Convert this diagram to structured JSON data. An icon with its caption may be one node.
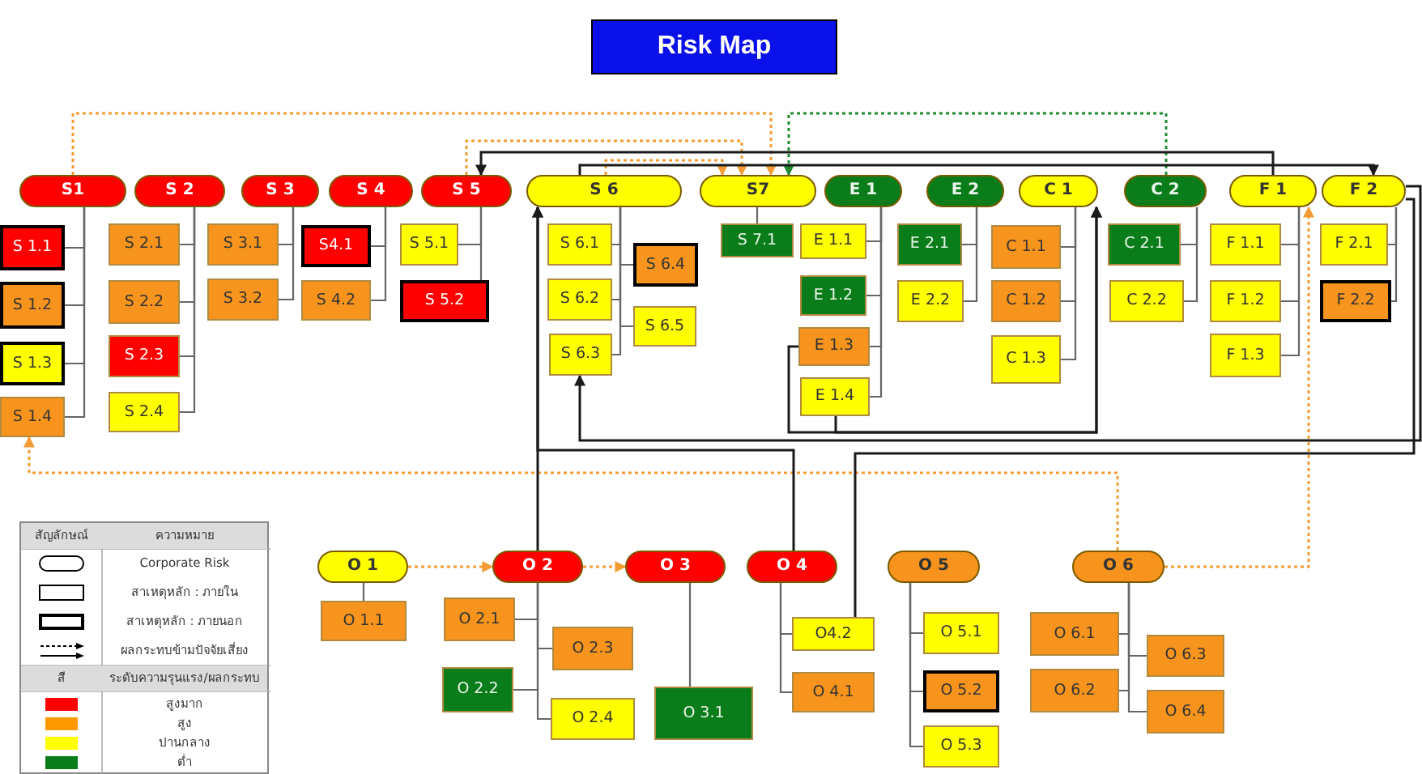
{
  "diagram": {
    "title": "Risk Map",
    "nodes": [
      {
        "text": [
          "S1"
        ]
      },
      {
        "text": [
          "S 1.1"
        ]
      },
      {
        "text": [
          "S 1.2"
        ]
      },
      {
        "text": [
          "S 1.3"
        ]
      },
      {
        "text": [
          "S 1.4"
        ]
      },
      {
        "text": [
          "S 2"
        ]
      },
      {
        "text": [
          "S 2.1"
        ]
      },
      {
        "text": [
          "S 2.2"
        ]
      },
      {
        "text": [
          "S 2.3"
        ]
      },
      {
        "text": [
          "S 2.4"
        ]
      },
      {
        "text": [
          "S 3"
        ]
      },
      {
        "text": [
          "S 3.1"
        ]
      },
      {
        "text": [
          "S 3.2"
        ]
      },
      {
        "text": [
          "S 4"
        ]
      },
      {
        "text": [
          "S4.1"
        ]
      },
      {
        "text": [
          "S 4.2"
        ]
      },
      {
        "text": [
          "S 5"
        ]
      },
      {
        "text": [
          "S 5.1"
        ]
      },
      {
        "text": [
          "S 5.2"
        ]
      },
      {
        "text": [
          "S 6"
        ]
      },
      {
        "text": [
          "S 6.1"
        ]
      },
      {
        "text": [
          "S 6.4"
        ]
      },
      {
        "text": [
          "S 6.2"
        ]
      },
      {
        "text": [
          "S 6.5"
        ]
      },
      {
        "text": [
          "S 6.3"
        ]
      },
      {
        "text": [
          "S7"
        ]
      },
      {
        "text": [
          "S 7.1"
        ]
      },
      {
        "text": [
          "E 1"
        ]
      },
      {
        "text": [
          "E 1.1"
        ]
      },
      {
        "text": [
          "E 1.2"
        ]
      },
      {
        "text": [
          "E 1.3"
        ]
      },
      {
        "text": [
          "E 1.4"
        ]
      },
      {
        "text": [
          "E 2"
        ]
      },
      {
        "text": [
          "E 2.1"
        ]
      },
      {
        "text": [
          "E 2.2"
        ]
      },
      {
        "text": [
          "C 1"
        ]
      },
      {
        "text": [
          "C 1.1"
        ]
      },
      {
        "text": [
          "C 1.2"
        ]
      },
      {
        "text": [
          "C 1.3"
        ]
      },
      {
        "text": [
          "C 2"
        ]
      },
      {
        "text": [
          "C 2.1"
        ]
      },
      {
        "text": [
          "C 2.2"
        ]
      },
      {
        "text": [
          "F 1"
        ]
      },
      {
        "text": [
          "F 1.1"
        ]
      },
      {
        "text": [
          "F 1.2"
        ]
      },
      {
        "text": [
          "F 1.3"
        ]
      },
      {
        "text": [
          "F 2"
        ]
      },
      {
        "text": [
          "F 2.1"
        ]
      },
      {
        "text": [
          "F 2.2"
        ]
      },
      {
        "text": [
          "O 1"
        ]
      },
      {
        "text": [
          "O 1.1"
        ]
      },
      {
        "text": [
          "O 2"
        ]
      },
      {
        "text": [
          "O 2.1"
        ]
      },
      {
        "text": [
          "O 2.3"
        ]
      },
      {
        "text": [
          "O 2.2"
        ]
      },
      {
        "text": [
          "O 2.4"
        ]
      },
      {
        "text": [
          "O 3"
        ]
      },
      {
        "text": [
          "O 3.1"
        ]
      },
      {
        "text": [
          "O 4"
        ]
      },
      {
        "text": [
          "O4.2"
        ]
      },
      {
        "text": [
          "O 4.1"
        ]
      },
      {
        "text": [
          "O 5"
        ]
      },
      {
        "text": [
          "O 5.1"
        ]
      },
      {
        "text": [
          "O 5.2"
        ]
      },
      {
        "text": [
          "O 5.3"
        ]
      },
      {
        "text": [
          "O 6"
        ]
      },
      {
        "text": [
          "O 6.1"
        ]
      },
      {
        "text": [
          "O 6.3"
        ]
      },
      {
        "text": [
          "O 6.2"
        ]
      },
      {
        "text": [
          "O 6.4"
        ]
      }
    ],
    "edges": [
      {
        "from": 0,
        "to": 1,
        "arrow": "none"
      },
      {
        "from": 0,
        "to": 2,
        "arrow": "none"
      },
      {
        "from": 0,
        "to": 3,
        "arrow": "none"
      },
      {
        "from": 0,
        "to": 4,
        "arrow": "none"
      },
      {
        "from": 5,
        "to": 6,
        "arrow": "none"
      },
      {
        "from": 5,
        "to": 7,
        "arrow": "none"
      },
      {
        "from": 5,
        "to": 8,
        "arrow": "none"
      },
      {
        "from": 5,
        "to": 9,
        "arrow": "none"
      },
      {
        "from": 10,
        "to": 11,
        "arrow": "none"
      },
      {
        "from": 10,
        "to": 12,
        "arrow": "none"
      },
      {
        "from": 13,
        "to": 14,
        "arrow": "none"
      },
      {
        "from": 13,
        "to": 15,
        "arrow": "none"
      },
      {
        "from": 16,
        "to": 17,
        "arrow": "none"
      },
      {
        "from": 16,
        "to": 18,
        "arrow": "none"
      },
      {
        "from": 19,
        "to": 20,
        "arrow": "none"
      },
      {
        "from": 19,
        "to": 21,
        "arrow": "none"
      },
      {
        "from": 19,
        "to": 22,
        "arrow": "none"
      },
      {
        "from": 19,
        "to": 23,
        "arrow": "none"
      },
      {
        "from": 19,
        "to": 24,
        "arrow": "none"
      },
      {
        "from": 25,
        "to": 26,
        "arrow": "none"
      },
      {
        "from": 27,
        "to": 28,
        "arrow": "none"
      },
      {
        "from": 27,
        "to": 29,
        "arrow": "none"
      },
      {
        "from": 27,
        "to": 30,
        "arrow": "none"
      },
      {
        "from": 27,
        "to": 31,
        "arrow": "none"
      },
      {
        "from": 32,
        "to": 33,
        "arrow": "none"
      },
      {
        "from": 32,
        "to": 34,
        "arrow": "none"
      },
      {
        "from": 35,
        "to": 36,
        "arrow": "none"
      },
      {
        "from": 35,
        "to": 37,
        "arrow": "none"
      },
      {
        "from": 35,
        "to": 38,
        "arrow": "none"
      },
      {
        "from": 39,
        "to": 40,
        "arrow": "none"
      },
      {
        "from": 39,
        "to": 41,
        "arrow": "none"
      },
      {
        "from": 42,
        "to": 43,
        "arrow": "none"
      },
      {
        "from": 42,
        "to": 44,
        "arrow": "none"
      },
      {
        "from": 42,
        "to": 45,
        "arrow": "none"
      },
      {
        "from": 46,
        "to": 47,
        "arrow": "none"
      },
      {
        "from": 46,
        "to": 48,
        "arrow": "none"
      },
      {
        "from": 49,
        "to": 50,
        "arrow": "none"
      },
      {
        "from": 51,
        "to": 52,
        "arrow": "none"
      },
      {
        "from": 51,
        "to": 53,
        "arrow": "none"
      },
      {
        "from": 51,
        "to": 54,
        "arrow": "none"
      },
      {
        "from": 51,
        "to": 55,
        "arrow": "none"
      },
      {
        "from": 56,
        "to": 57,
        "arrow": "none"
      },
      {
        "from": 58,
        "to": 59,
        "arrow": "none"
      },
      {
        "from": 58,
        "to": 60,
        "arrow": "none"
      },
      {
        "from": 61,
        "to": 62,
        "arrow": "none"
      },
      {
        "from": 61,
        "to": 63,
        "arrow": "none"
      },
      {
        "from": 61,
        "to": 64,
        "arrow": "none"
      },
      {
        "from": 65,
        "to": 66,
        "arrow": "none"
      },
      {
        "from": 65,
        "to": 67,
        "arrow": "none"
      },
      {
        "from": 65,
        "to": 68,
        "arrow": "none"
      },
      {
        "from": 65,
        "to": 69,
        "arrow": "none"
      },
      {
        "from": 0,
        "to": 25,
        "arrow": "to",
        "style": "dashed",
        "color": "#f39c34"
      },
      {
        "from": 16,
        "to": 25,
        "arrow": "to",
        "style": "dashed",
        "color": "#f39c34"
      },
      {
        "from": 19,
        "to": 25,
        "arrow": "to",
        "style": "dashed",
        "color": "#f39c34"
      },
      {
        "from": 39,
        "to": 25,
        "arrow": "to",
        "style": "dashed",
        "color": "#1e8c2e"
      },
      {
        "from": 65,
        "to": 4,
        "arrow": "to",
        "style": "dashed",
        "color": "#f39c34"
      },
      {
        "from": 65,
        "to": 42,
        "arrow": "to",
        "style": "dashed",
        "color": "#f39c34"
      },
      {
        "from": 49,
        "to": 51,
        "arrow": "to",
        "style": "dashed",
        "color": "#f39c34"
      },
      {
        "from": 51,
        "to": 56,
        "arrow": "to",
        "style": "dashed",
        "color": "#f39c34"
      },
      {
        "from": 42,
        "to": 16,
        "arrow": "to",
        "color": "#1a1a1a"
      },
      {
        "from": 19,
        "to": 46,
        "arrow": "to",
        "color": "#1a1a1a"
      },
      {
        "from": 51,
        "to": 19,
        "arrow": "to",
        "color": "#1a1a1a"
      },
      {
        "from": 58,
        "to": 19,
        "arrow": "to",
        "color": "#1a1a1a"
      },
      {
        "from": 30,
        "to": 35,
        "arrow": "to",
        "color": "#1a1a1a"
      },
      {
        "from": 31,
        "to": 35,
        "arrow": "to",
        "color": "#1a1a1a"
      },
      {
        "from": 46,
        "to": 24,
        "arrow": "to",
        "color": "#1a1a1a"
      },
      {
        "from": 59,
        "to": 46,
        "arrow": "none",
        "color": "#1a1a1a"
      }
    ],
    "labels": [
      "สัญลักษณ์",
      "ความหมาย",
      "สี",
      "ระดับความรุนแรง/ผลกระทบ"
    ],
    "legend": [
      {
        "text": "Corporate Risk"
      },
      {
        "text": "สาเหตุหลัก : ภายใน"
      },
      {
        "text": "สาเหตุหลัก : ภายนอก"
      },
      {
        "text": "ผลกระทบข้ามปัจจัยเสี่ยง"
      },
      {
        "text": "สูงมาก",
        "color": "#ff0000"
      },
      {
        "text": "สูง",
        "color": "#ff9900"
      },
      {
        "text": "ปานกลาง",
        "color": "#ffff00"
      },
      {
        "text": "ต่ำ",
        "color": "#0a7d1a"
      }
    ]
  }
}
